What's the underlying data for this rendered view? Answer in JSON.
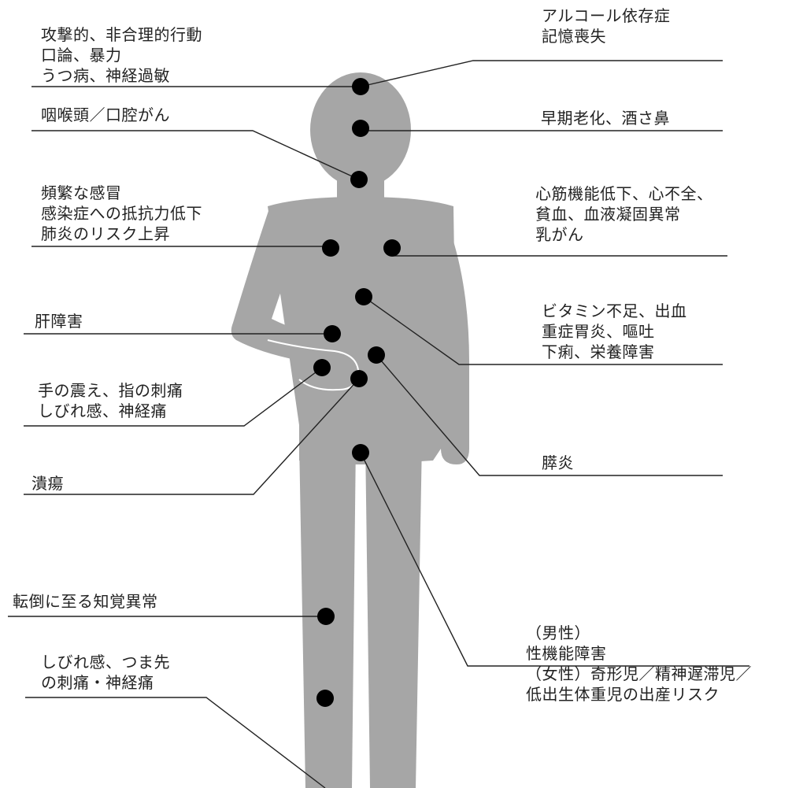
{
  "colors": {
    "body": "#a6a6a6",
    "dot": "#000000",
    "line": "#222222",
    "hand_outline": "#ffffff",
    "text": "#222222"
  },
  "labels": {
    "brain": {
      "lines": [
        "攻撃的、非合理的行動",
        "口論、暴力",
        "うつ病、神経過敏"
      ]
    },
    "memory": {
      "lines": [
        "アルコール依存症",
        "記憶喪失"
      ]
    },
    "throat": {
      "lines": [
        "咽喉頭／口腔がん"
      ]
    },
    "skin": {
      "lines": [
        "早期老化、酒さ鼻"
      ]
    },
    "lungs": {
      "lines": [
        "頻繁な感冒",
        "感染症への抵抗力低下",
        "肺炎のリスク上昇"
      ]
    },
    "heart": {
      "lines": [
        "心筋機能低下、心不全、",
        "貧血、血液凝固異常",
        "乳がん"
      ]
    },
    "liver": {
      "lines": [
        "肝障害"
      ]
    },
    "stomach": {
      "lines": [
        "ビタミン不足、出血",
        "重症胃炎、嘔吐",
        "下痢、栄養障害"
      ]
    },
    "hands": {
      "lines": [
        "手の震え、指の刺痛",
        "しびれ感、神経痛"
      ]
    },
    "ulcer": {
      "lines": [
        "潰瘍"
      ]
    },
    "pancreas": {
      "lines": [
        "膵炎"
      ]
    },
    "falls": {
      "lines": [
        "転倒に至る知覚異常"
      ]
    },
    "reproductive": {
      "lines": [
        "（男性）",
        "性機能障害",
        "（女性）奇形児／精神遅滞児／",
        "低出生体重児の出産リスク"
      ]
    },
    "feet": {
      "lines": [
        "しびれ感、つま先",
        "の刺痛・神経痛"
      ]
    }
  }
}
